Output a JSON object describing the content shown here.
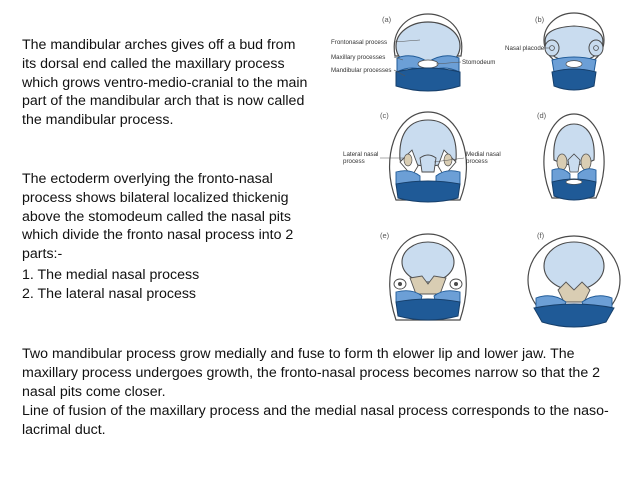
{
  "text": {
    "para1": "The mandibular arches gives off a bud from its dorsal end called the maxillary process which grows ventro-medio-cranial  to the main part of the mandibular arch  that is now called the mandibular process.",
    "para2": "The ectoderm overlying the fronto-nasal process shows bilateral localized thickenig  above the stomodeum called the nasal pits  which divide the fronto nasal process into  2 parts:-",
    "list": [
      "1.  The medial nasal process",
      "2.  The lateral nasal process"
    ],
    "bottom1": "Two mandibular process grow medially and fuse to form th elower lip and lower jaw.  The maxillary process undergoes growth, the fronto-nasal process becomes narrow so  that the 2 nasal pits come closer.",
    "bottom2": "Line of fusion of the maxillary process and the medial nasal process corresponds to the  naso-lacrimal duct."
  },
  "figure": {
    "panel_a": "(a)",
    "panel_b": "(b)",
    "panel_c": "(c)",
    "panel_d": "(d)",
    "panel_e": "(e)",
    "panel_f": "(f)",
    "label_frontonasal": "Frontonasal process",
    "label_maxillary": "Maxillary processes",
    "label_mandibular": "Mandibular processes",
    "label_stomodeum": "Stomodeum",
    "label_nasal_placode": "Nasal placode",
    "label_lateral_nasal_1": "Lateral nasal",
    "label_lateral_nasal_2": "process",
    "label_medial_nasal_1": "Medial nasal",
    "label_medial_nasal_2": "process"
  },
  "colors": {
    "light_blue": "#c9dcef",
    "mid_blue": "#6c9fd6",
    "dark_blue": "#1f5a97",
    "outline": "#4a4a4a"
  }
}
